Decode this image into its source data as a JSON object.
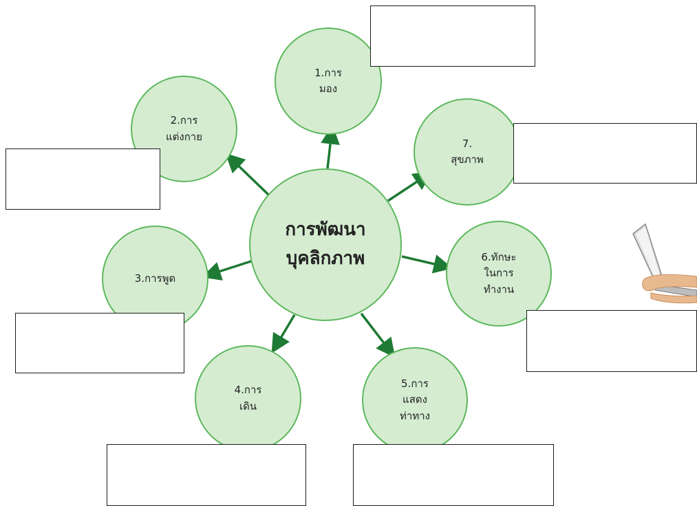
{
  "diagram": {
    "center_label": "การพัฒนา\nบุคลิกภาพ",
    "nodes": [
      {
        "id": "n1",
        "label": "1.การ\nมอง"
      },
      {
        "id": "n2",
        "label": "2.การ\nแต่งกาย"
      },
      {
        "id": "n3",
        "label": "3.การพูด"
      },
      {
        "id": "n4",
        "label": "4.การ\nเดิน"
      },
      {
        "id": "n5",
        "label": "5.การ\nแสดง\nท่าทาง"
      },
      {
        "id": "n6",
        "label": "6.ทักษะ\nในการ\nทำงาน"
      },
      {
        "id": "n7",
        "label": "7.\nสุขภาพ"
      }
    ],
    "colors": {
      "fill": "#d5ecd1",
      "stroke": "#5cb85c",
      "arrow": "#1e7a34"
    }
  }
}
